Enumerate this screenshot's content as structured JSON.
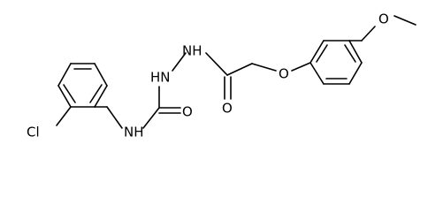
{
  "structure": {
    "atoms": {
      "chlorine": "Cl",
      "anilide_nh": "NH",
      "urea_oxygen": "O",
      "hydrazine_nh_lower": "HN",
      "hydrazine_nh_upper": "NH",
      "amide_oxygen": "O",
      "ether_oxygen": "O",
      "methoxy_oxygen": "O"
    }
  }
}
